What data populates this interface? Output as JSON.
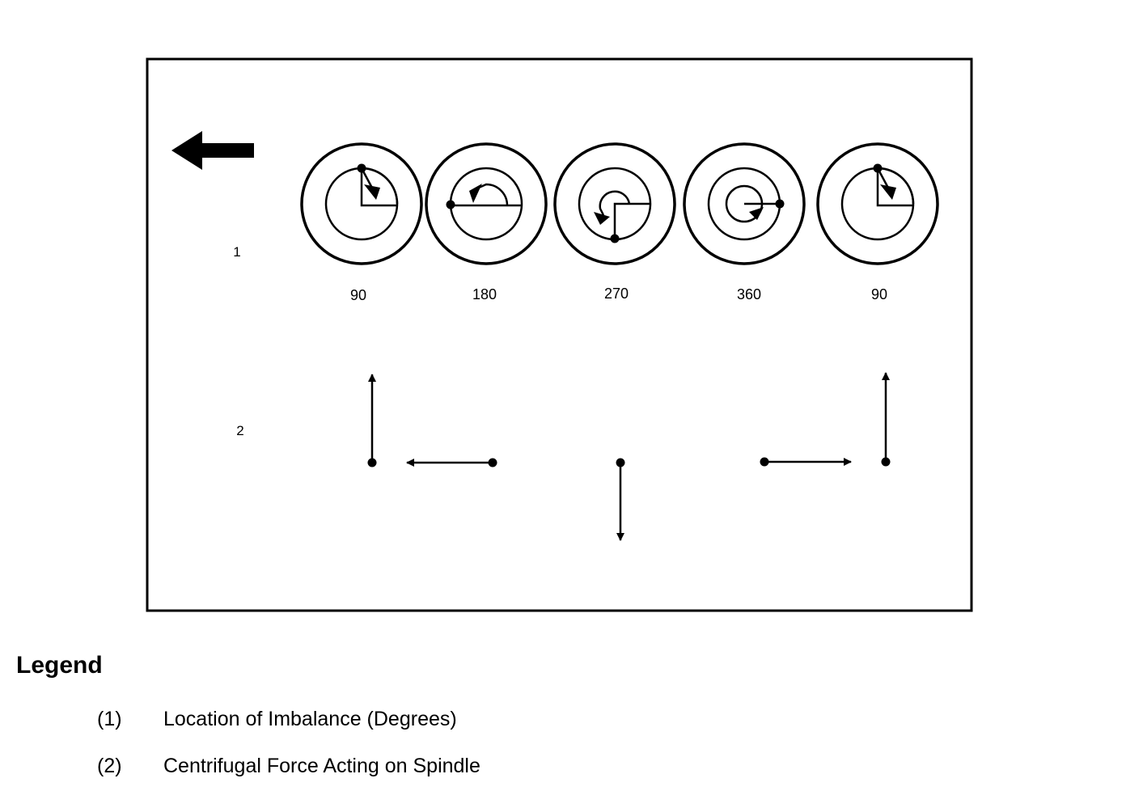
{
  "diagram": {
    "row_labels": [
      "1",
      "2"
    ],
    "degree_labels": [
      "90",
      "180",
      "270",
      "360",
      "90"
    ],
    "wheels": [
      {
        "degrees": 90
      },
      {
        "degrees": 180
      },
      {
        "degrees": 270
      },
      {
        "degrees": 360
      },
      {
        "degrees": 90
      }
    ],
    "force_directions": [
      "up",
      "left",
      "down",
      "right",
      "up"
    ],
    "rotation_direction_icon": "arrow-left-icon",
    "colors": {
      "stroke": "#000000",
      "background": "#ffffff"
    }
  },
  "legend": {
    "title": "Legend",
    "items": [
      {
        "number": "(1)",
        "text": "Location of Imbalance (Degrees)"
      },
      {
        "number": "(2)",
        "text": "Centrifugal Force Acting on Spindle"
      }
    ]
  }
}
